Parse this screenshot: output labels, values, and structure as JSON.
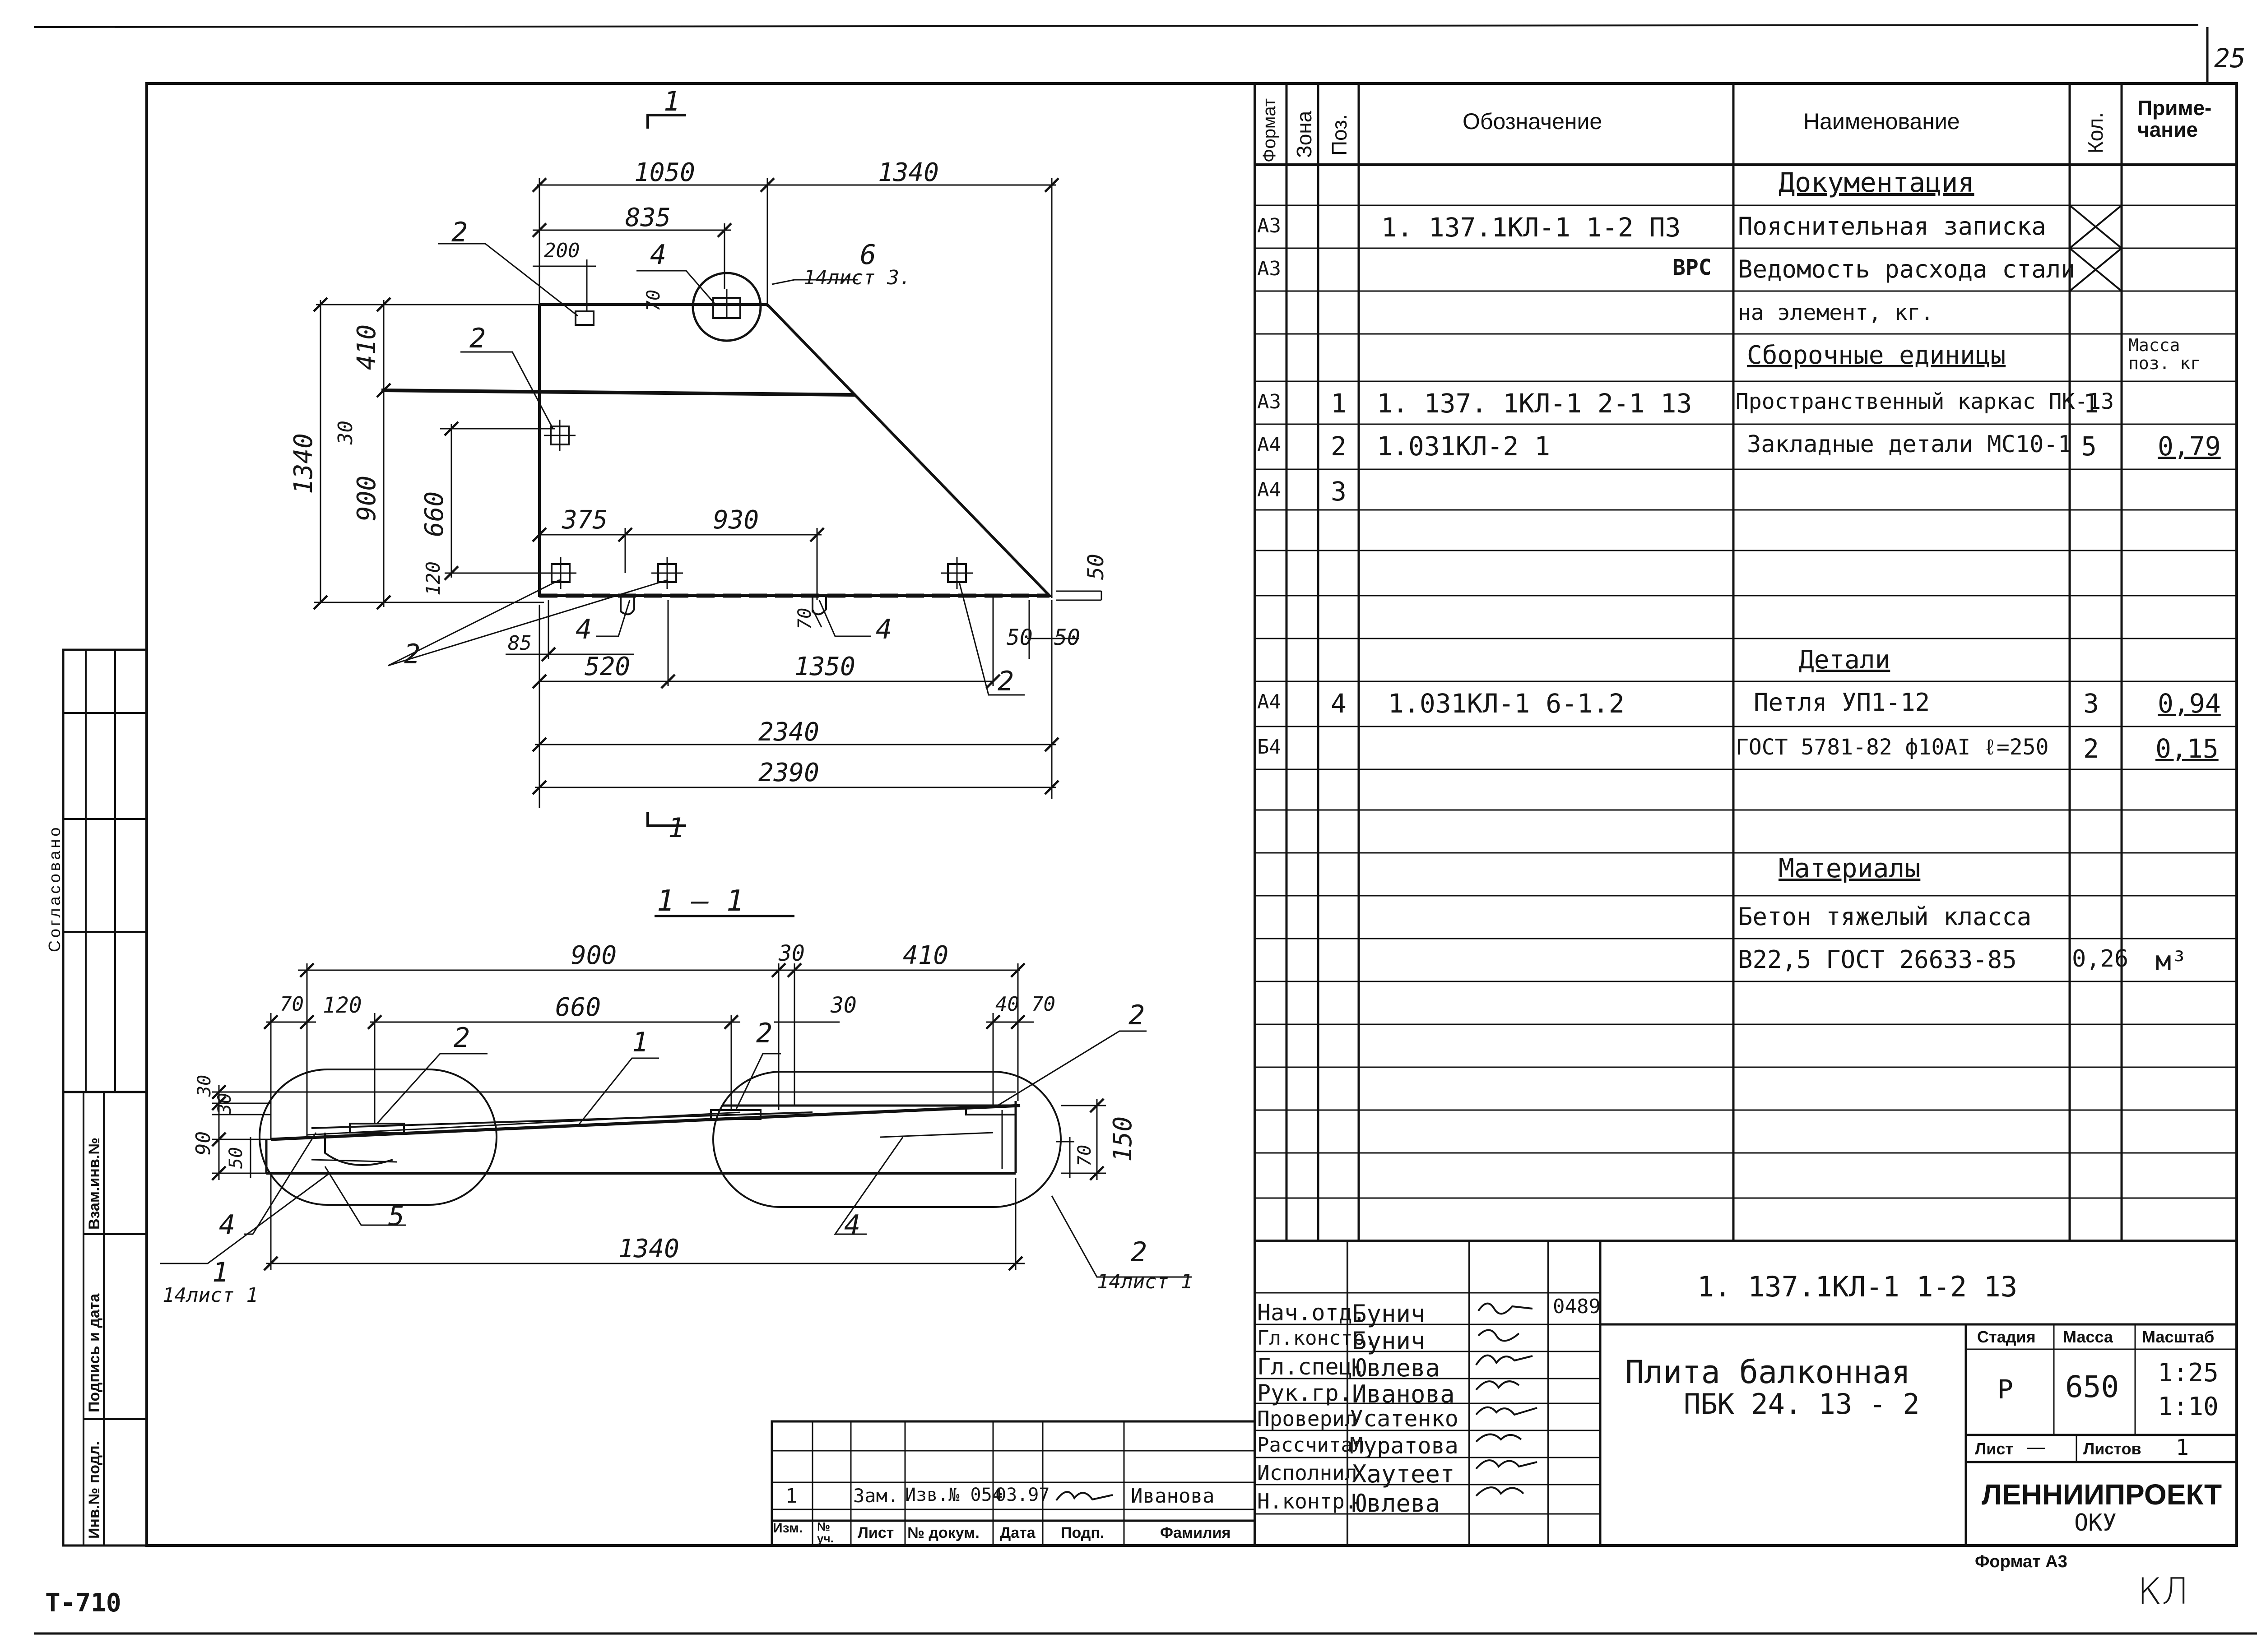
{
  "sheet_number": "25",
  "corner_code": "Т-710",
  "handwritten_mark": "КЛ",
  "format_label": "Формат А3",
  "left_margin": {
    "agreed": "Согласовано",
    "inv_replace": "Взам.инв.№",
    "sign_date": "Подпись и дата",
    "inv_orig": "Инв.№ подл."
  },
  "plan": {
    "section_mark": "1",
    "dims": {
      "d1050": "1050",
      "d1340_top": "1340",
      "d835": "835",
      "d200": "200",
      "d70_pin": "70",
      "d410": "410",
      "d1340_left": "1340",
      "d30": "30",
      "d900": "900",
      "d660": "660",
      "d375": "375",
      "d930": "930",
      "d120": "120",
      "d85": "85",
      "d70_low": "70",
      "d520": "520",
      "d1350": "1350",
      "d50_a": "50",
      "d50_b": "50",
      "d50_right": "50",
      "d2340": "2340",
      "d2390": "2390"
    },
    "leaders": {
      "p2_top": "2",
      "p4_top": "4",
      "p6": "6",
      "sheet3": "14лист 3.",
      "p2_mid": "2",
      "p2_bottom": "2",
      "p4_a": "4",
      "p4_b": "4",
      "p2_right": "2"
    }
  },
  "section": {
    "title": "1 — 1",
    "dims": {
      "d900": "900",
      "d30_top": "30",
      "d410": "410",
      "d70_l": "70",
      "d120": "120",
      "d660": "660",
      "d30_mid": "30",
      "d40": "40",
      "d70_r": "70",
      "d30_v": "30",
      "d30_v2": "30",
      "d90": "90",
      "d50": "50",
      "d150": "150",
      "d70_v": "70",
      "d1340": "1340"
    },
    "leaders": {
      "p2_left": "2",
      "p1": "1",
      "p2_mid": "2",
      "p2_right": "2",
      "p4_left": "4",
      "p5": "5",
      "p4_mid": "4",
      "p1_bottom": "1",
      "sheet1_left": "14лист 1",
      "p2_bottom": "2",
      "sheet1_right": "14лист 1"
    }
  },
  "spec": {
    "headers": {
      "format": "Формат",
      "zone": "Зона",
      "pos": "Поз.",
      "designation": "Обозначение",
      "name": "Наименование",
      "qty": "Кол.",
      "note": "Приме- чание"
    },
    "rows": [
      {
        "fmt": "",
        "pos": "",
        "des": "",
        "name": "Документация",
        "qty": "",
        "note": "",
        "heading": true
      },
      {
        "fmt": "А3",
        "pos": "",
        "des": "1. 137.1КЛ-1   1-2   ПЗ",
        "name": "Пояснительная записка",
        "qty": "",
        "note": "",
        "cross": true
      },
      {
        "fmt": "А3",
        "pos": "",
        "des": "ВРС",
        "name": "Ведомость расхода стали",
        "qty": "",
        "note": "",
        "cross": true
      },
      {
        "fmt": "",
        "pos": "",
        "des": "",
        "name": "на элемент, кг.",
        "qty": "",
        "note": ""
      },
      {
        "fmt": "",
        "pos": "",
        "des": "",
        "name": "Сборочные единицы",
        "qty": "",
        "note": "Масса поз. кг",
        "heading": true
      },
      {
        "fmt": "А3",
        "pos": "1",
        "des": "1. 137. 1КЛ-1   2-1   13",
        "name": "Пространственный каркас ПК-13",
        "qty": "1",
        "note": ""
      },
      {
        "fmt": "А4",
        "pos": "2",
        "des": "1.031КЛ-2   1",
        "name": "Закладные детали МС10-1",
        "qty": "5",
        "note": "0,79"
      },
      {
        "fmt": "А4",
        "pos": "3",
        "des": "",
        "name": "",
        "qty": "",
        "note": ""
      },
      {
        "fmt": "",
        "pos": "",
        "des": "",
        "name": "",
        "qty": "",
        "note": ""
      },
      {
        "fmt": "",
        "pos": "",
        "des": "",
        "name": "",
        "qty": "",
        "note": ""
      },
      {
        "fmt": "",
        "pos": "",
        "des": "",
        "name": "Детали",
        "qty": "",
        "note": "",
        "heading": true
      },
      {
        "fmt": "А4",
        "pos": "4",
        "des": "1.031КЛ-1   6-1.2",
        "name": "Петля   УП1-12",
        "qty": "3",
        "note": "0,94"
      },
      {
        "fmt": "Б4",
        "pos": "",
        "des": "",
        "name": "ГОСТ 5781-82  ф10АI  ℓ=250",
        "qty": "2",
        "note": "0,15"
      },
      {
        "fmt": "",
        "pos": "",
        "des": "",
        "name": "",
        "qty": "",
        "note": ""
      },
      {
        "fmt": "",
        "pos": "",
        "des": "",
        "name": "Материалы",
        "qty": "",
        "note": "",
        "heading": true
      },
      {
        "fmt": "",
        "pos": "",
        "des": "",
        "name": "Бетон тяжелый класса",
        "qty": "",
        "note": ""
      },
      {
        "fmt": "",
        "pos": "",
        "des": "",
        "name": "В22,5  ГОСТ 26633-85",
        "qty": "0,26",
        "note": "м³"
      }
    ]
  },
  "title_block": {
    "code": "1. 137.1КЛ-1        1-2        13",
    "title_line1": "Плита балконная",
    "title_line2": "ПБК 24. 13 - 2",
    "stage_label": "Стадия",
    "mass_label": "Масса",
    "scale_label": "Масштаб",
    "stage": "Р",
    "mass": "650",
    "scale1": "1:25",
    "scale2": "1:10",
    "sheet_label": "Лист",
    "sheet_val": "—",
    "sheets_label": "Листов",
    "sheets_val": "1",
    "org": "ЛЕННИИПРОЕКТ",
    "dept": "ОКУ",
    "date": "0489",
    "signers": [
      {
        "role": "Нач.отд.",
        "name": "Бунич"
      },
      {
        "role": "Гл.констр.",
        "name": "Бунич"
      },
      {
        "role": "Гл.спец.",
        "name": "Ювлева"
      },
      {
        "role": "Рук.гр.",
        "name": "Иванова"
      },
      {
        "role": "Проверил",
        "name": "Усатенко"
      },
      {
        "role": "Рассчитал",
        "name": "Муратова"
      },
      {
        "role": "Исполнил",
        "name": "Хаутеет"
      },
      {
        "role": "Н.контр.",
        "name": "Ювлева"
      }
    ],
    "revision": {
      "num": "1",
      "kind": "Зам.",
      "doc": "Изв.№ 054",
      "date": "03.97",
      "name": "Иванова",
      "headers": [
        "Изм.",
        "№ уч.",
        "Лист",
        "№ докум.",
        "Дата",
        "Подп.",
        "Фамилия"
      ]
    }
  }
}
